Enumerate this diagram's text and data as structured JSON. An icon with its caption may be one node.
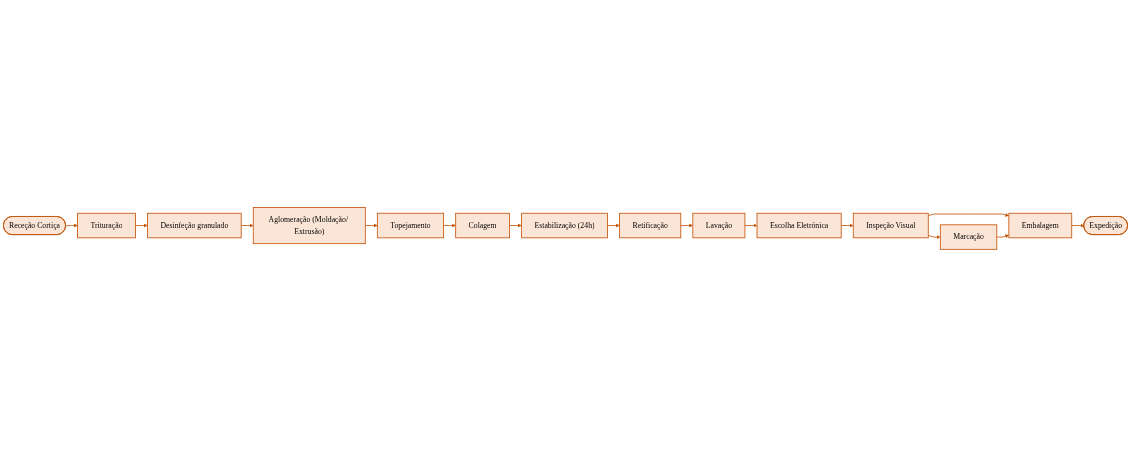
{
  "diagram": {
    "nodes": [
      {
        "text": [
          "Receção Cortiça"
        ]
      },
      {
        "text": [
          "Trituração"
        ]
      },
      {
        "text": [
          "Desinfeção granulado"
        ]
      },
      {
        "text": [
          "Aglomeração (Moldação/ Extrusão)"
        ]
      },
      {
        "text": [
          "Topejamento"
        ]
      },
      {
        "text": [
          "Colagem"
        ]
      },
      {
        "text": [
          "Estabilização (24h)"
        ]
      },
      {
        "text": [
          "Retificação"
        ]
      },
      {
        "text": [
          "Lavação"
        ]
      },
      {
        "text": [
          "Escolha Eletrónica"
        ]
      },
      {
        "text": [
          "Inspeção Visual"
        ]
      },
      {
        "text": [
          "Marcação"
        ]
      },
      {
        "text": [
          "Embalagem"
        ]
      },
      {
        "text": [
          "Expedição"
        ]
      }
    ],
    "edges": [
      {
        "from": 0,
        "to": 1,
        "arrow": "to"
      },
      {
        "from": 1,
        "to": 2,
        "arrow": "to"
      },
      {
        "from": 2,
        "to": 3,
        "arrow": "to"
      },
      {
        "from": 3,
        "to": 4,
        "arrow": "to"
      },
      {
        "from": 4,
        "to": 5,
        "arrow": "to"
      },
      {
        "from": 5,
        "to": 6,
        "arrow": "to"
      },
      {
        "from": 6,
        "to": 7,
        "arrow": "to"
      },
      {
        "from": 7,
        "to": 8,
        "arrow": "to"
      },
      {
        "from": 8,
        "to": 9,
        "arrow": "to"
      },
      {
        "from": 9,
        "to": 10,
        "arrow": "to"
      },
      {
        "from": 10,
        "to": 11,
        "arrow": "to"
      },
      {
        "from": 10,
        "to": 12,
        "arrow": "to"
      },
      {
        "from": 11,
        "to": 12,
        "arrow": "to"
      },
      {
        "from": 12,
        "to": 13,
        "arrow": "to"
      }
    ]
  }
}
